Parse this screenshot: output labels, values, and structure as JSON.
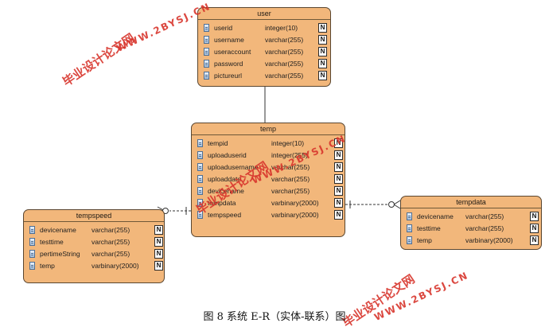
{
  "entities": {
    "user": {
      "title": "user",
      "columns": [
        {
          "name": "userid",
          "type": "integer(10)",
          "flag": "N"
        },
        {
          "name": "username",
          "type": "varchar(255)",
          "flag": "N"
        },
        {
          "name": "useraccount",
          "type": "varchar(255)",
          "flag": "N"
        },
        {
          "name": "password",
          "type": "varchar(255)",
          "flag": "N"
        },
        {
          "name": "pictureurl",
          "type": "varchar(255)",
          "flag": "N"
        }
      ]
    },
    "temp": {
      "title": "temp",
      "columns": [
        {
          "name": "tempid",
          "type": "integer(10)",
          "flag": "N"
        },
        {
          "name": "uploaduserid",
          "type": "integer(255)",
          "flag": "N"
        },
        {
          "name": "uploadusername",
          "type": "varchar(255)",
          "flag": "N"
        },
        {
          "name": "uploaddate",
          "type": "varchar(255)",
          "flag": "N"
        },
        {
          "name": "devicename",
          "type": "varchar(255)",
          "flag": "N"
        },
        {
          "name": "tempdata",
          "type": "varbinary(2000)",
          "flag": "N"
        },
        {
          "name": "tempspeed",
          "type": "varbinary(2000)",
          "flag": "N"
        }
      ]
    },
    "tempspeed": {
      "title": "tempspeed",
      "columns": [
        {
          "name": "devicename",
          "type": "varchar(255)",
          "flag": "N"
        },
        {
          "name": "testtime",
          "type": "varchar(255)",
          "flag": "N"
        },
        {
          "name": "pertimeString",
          "type": "varchar(255)",
          "flag": "N"
        },
        {
          "name": "temp",
          "type": "varbinary(2000)",
          "flag": "N"
        }
      ]
    },
    "tempdata": {
      "title": "tempdata",
      "columns": [
        {
          "name": "devicename",
          "type": "varchar(255)",
          "flag": "N"
        },
        {
          "name": "testtime",
          "type": "varchar(255)",
          "flag": "N"
        },
        {
          "name": "temp",
          "type": "varbinary(2000)",
          "flag": "N"
        }
      ]
    }
  },
  "relationships": [
    {
      "from": "user",
      "to": "temp",
      "style": "solid"
    },
    {
      "from": "temp",
      "to": "tempspeed",
      "style": "dashed"
    },
    {
      "from": "temp",
      "to": "tempdata",
      "style": "dashed"
    }
  ],
  "watermarks": {
    "cn": "毕业设计论文网",
    "url": "WWW.2BYSJ.CN"
  },
  "colors": {
    "entity_fill": "#f2b77b",
    "entity_border": "#5a4630",
    "watermark": "#d8352c"
  },
  "caption": "图 8  系统 E-R（实体-联系）图"
}
